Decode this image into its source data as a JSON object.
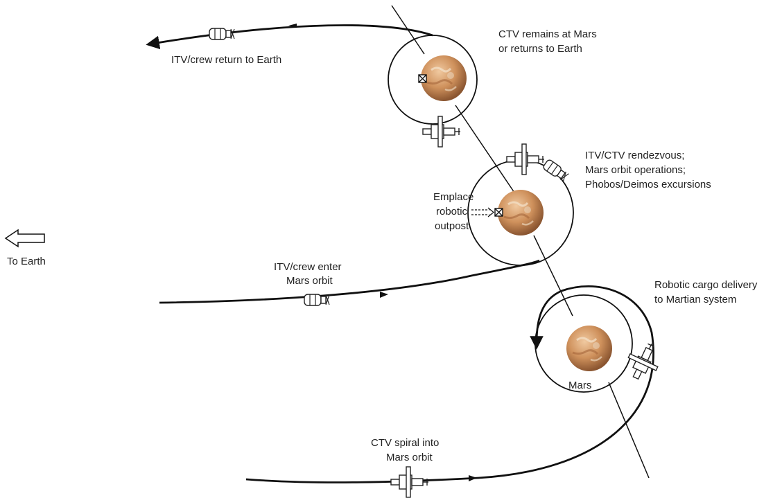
{
  "labels": {
    "ctv_remains_1": "CTV remains at Mars",
    "ctv_remains_2": "or returns to Earth",
    "itv_return": "ITV/crew return to Earth",
    "rendezvous_1": "ITV/CTV rendezvous;",
    "rendezvous_2": "Mars orbit operations;",
    "rendezvous_3": "Phobos/Deimos excursions",
    "emplace_1": "Emplace",
    "emplace_2": "robotic",
    "emplace_3": "outpost",
    "to_earth": "To Earth",
    "itv_enter_1": "ITV/crew enter",
    "itv_enter_2": "Mars orbit",
    "cargo_1": "Robotic cargo delivery",
    "cargo_2": "to Martian system",
    "mars": "Mars",
    "ctv_spiral_1": "CTV spiral into",
    "ctv_spiral_2": "Mars orbit"
  },
  "colors": {
    "line": "#111111",
    "mars_light": "#e8b98a",
    "mars_mid": "#c98a55",
    "mars_dark": "#8a5530"
  },
  "icons": [
    "spacecraft-itv-icon",
    "spacecraft-ctv-icon",
    "robotic-outpost-icon",
    "arrow-left-icon",
    "mars-planet-icon"
  ]
}
